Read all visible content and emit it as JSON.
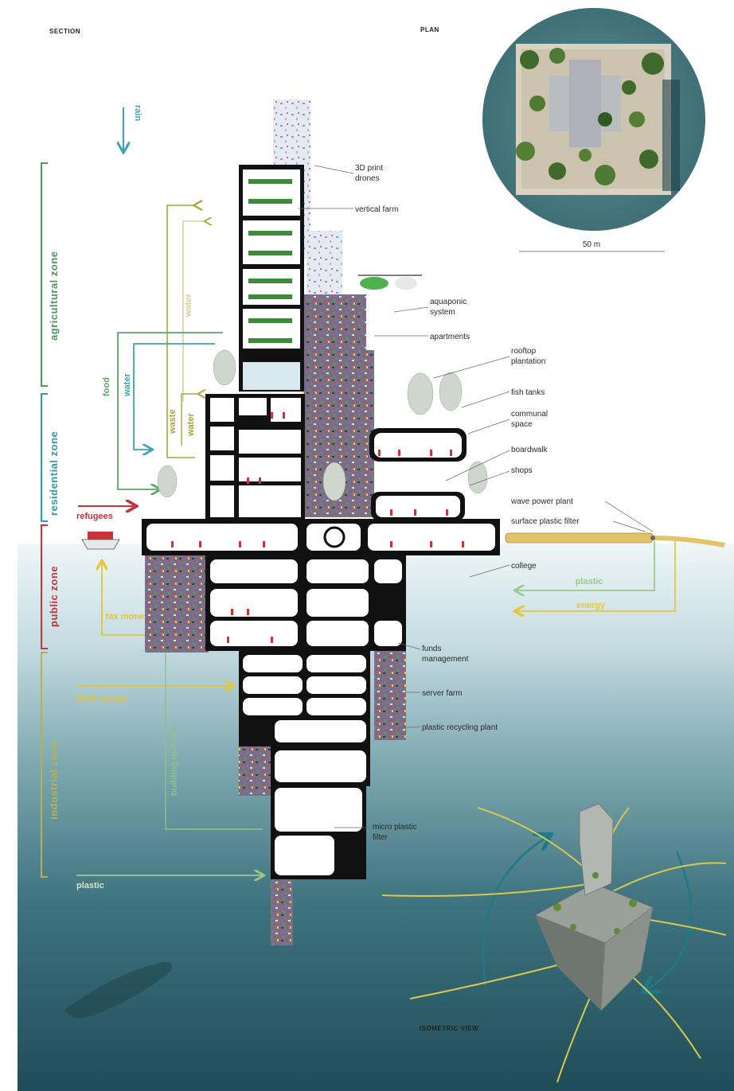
{
  "headings": {
    "section": "SECTION",
    "plan": "PLAN",
    "isometric": "ISOMETRIC VIEW",
    "scale": "50 m"
  },
  "zones": [
    {
      "label": "agricultural zone",
      "color": "#4a9a5c"
    },
    {
      "label": "residential zone",
      "color": "#2b9bb0"
    },
    {
      "label": "public zone",
      "color": "#c8323a"
    },
    {
      "label": "industrial zone",
      "color": "#b9b24a"
    }
  ],
  "flows": {
    "rain": "rain",
    "food": "food",
    "water_left": "water",
    "waste": "waste",
    "water_small": "water",
    "water_faint": "water",
    "refugees": "refugees",
    "tax_money": "tax money",
    "illicit_money": "illicit money",
    "building_material": "building material",
    "plastic_bottom": "plastic",
    "plastic_right": "plastic",
    "energy": "energy"
  },
  "labels": {
    "print_drones": [
      "3D print",
      "drones"
    ],
    "vertical_farm": "vertical farm",
    "aquaponic": [
      "aquaponic",
      "system"
    ],
    "apartments": "apartments",
    "rooftop": [
      "rooftop",
      "plantation"
    ],
    "fish_tanks": "fish tanks",
    "communal": [
      "communal",
      "space"
    ],
    "boardwalk": "boardwalk",
    "shops": "shops",
    "wave_power": "wave power plant",
    "surface_filter": "surface plastic filter",
    "college": "college",
    "funds": [
      "funds",
      "management"
    ],
    "server_farm": "server farm",
    "recycling": "plastic recycling plant",
    "micro_filter": [
      "micro plastic",
      "filter"
    ]
  },
  "colors": {
    "agricultural": "#4a9a5c",
    "residential": "#2b9bb0",
    "public": "#c8323a",
    "industrial": "#b9b24a",
    "food_arrow": "#5aa664",
    "water_arrow": "#3aa3b6",
    "waste_arrow": "#a8a63a",
    "money_arrow": "#e0c43a",
    "energy_arrow": "#e3c83c",
    "plastic_arrow": "#9cc98a"
  }
}
